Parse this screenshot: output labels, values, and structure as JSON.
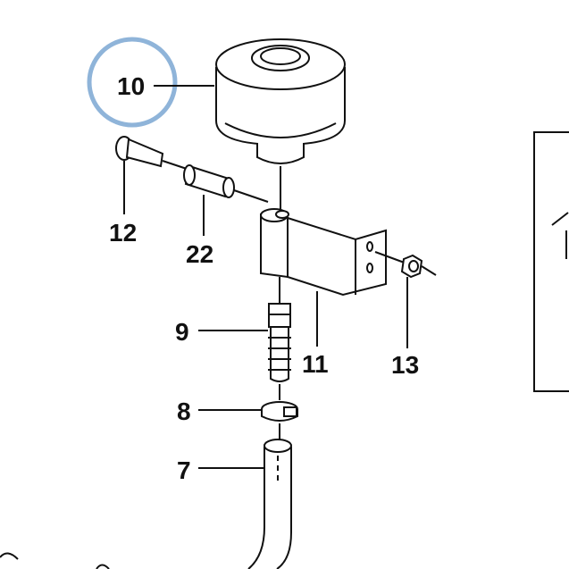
{
  "diagram": {
    "labels": {
      "p10": "10",
      "p12": "12",
      "p22": "22",
      "p9": "9",
      "p11": "11",
      "p13": "13",
      "p8": "8",
      "p7": "7"
    },
    "highlight_color": "#8fb4d9",
    "ink_color": "#111111"
  }
}
